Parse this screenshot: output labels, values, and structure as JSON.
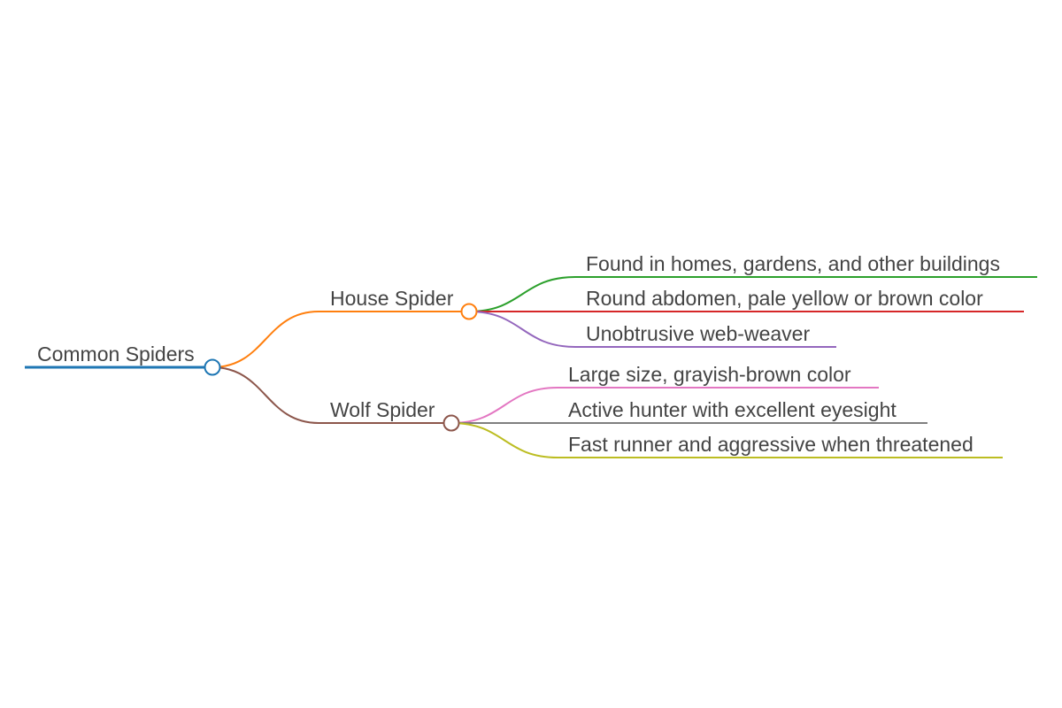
{
  "mindmap": {
    "root": {
      "label": "Common Spiders",
      "color": "#1f77b4",
      "children": [
        {
          "label": "House Spider",
          "color": "#ff7f0e",
          "children": [
            {
              "label": "Found in homes, gardens, and other buildings",
              "color": "#2ca02c"
            },
            {
              "label": "Round abdomen, pale yellow or brown color",
              "color": "#d62728"
            },
            {
              "label": "Unobtrusive web-weaver",
              "color": "#9467bd"
            }
          ]
        },
        {
          "label": "Wolf Spider",
          "color": "#8c564b",
          "children": [
            {
              "label": "Large size, grayish-brown color",
              "color": "#e377c2"
            },
            {
              "label": "Active hunter with excellent eyesight",
              "color": "#7f7f7f"
            },
            {
              "label": "Fast runner and aggressive when threatened",
              "color": "#bcbd22"
            }
          ]
        }
      ]
    }
  }
}
